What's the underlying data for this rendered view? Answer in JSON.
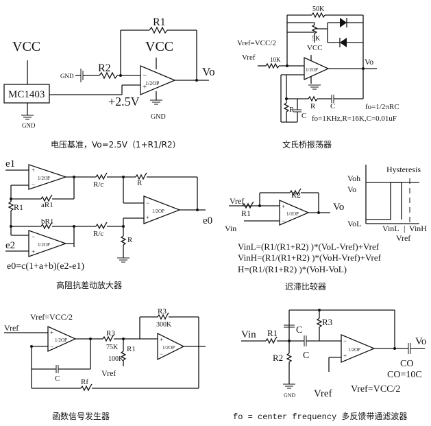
{
  "panels": {
    "ref": {
      "vcc1": "VCC",
      "chip": "MC1403",
      "gnd1": "GND",
      "gnd2": "GND",
      "r2": "R2",
      "r1": "R1",
      "vcc2": "VCC",
      "opamp": "1/2OP",
      "v25": "+2.5V",
      "vo": "Vo",
      "gnd3": "GND",
      "caption": "电压基准，Vo=2.5V（1+R1/R2）"
    },
    "wien": {
      "r50k": "50K",
      "vref_eq": "Vref=VCC/2",
      "r5k": "5K",
      "vcc": "VCC",
      "vref": "Vref",
      "r10k": "10K",
      "opamp": "1/2OP",
      "vo": "Vo",
      "r_a": "R",
      "c_a": "C",
      "r_b": "R",
      "c_b": "C",
      "fo_eq": "fo=1/2πRC",
      "fo_val": "fo=1KHz,R=16K,C=0.01uF",
      "caption": "文氏桥振荡器"
    },
    "diff": {
      "e1": "e1",
      "e2": "e2",
      "op1": "1/2OP",
      "op2": "1/2OP",
      "op3": "1/2OP",
      "r_c1": "R/c",
      "r_c2": "R/c",
      "r_a": "R",
      "r_b": "R",
      "r1": "R1",
      "ar1": "aR1",
      "br1": "bR1",
      "e0": "e0",
      "formula": "e0=c(1+a+b)(e2-e1)",
      "caption": "高阻抗差动放大器"
    },
    "hyst": {
      "vref": "Vref",
      "r1": "R1",
      "r2": "R2",
      "vin": "Vin",
      "vo": "Vo",
      "opamp": "1/2OP",
      "voh": "Voh",
      "vo_axis": "Vo",
      "vol": "VoL",
      "hyst_label": "Hysteresis",
      "vinl": "VinL",
      "sep": "|",
      "vinh": "VinH",
      "vref_axis": "Vref",
      "eq1": "VinL=(R1/(R1+R2) )*(VoL-Vref)+Vref",
      "eq2": "VinH=(R1/(R1+R2) )*(VoH-Vref)+Vref",
      "eq3": "H=(R1/(R1+R2) )*(VoH-VoL)",
      "caption": "迟滞比较器"
    },
    "func": {
      "vref_eq": "Vref=VCC/2",
      "vref": "Vref",
      "op1": "1/2OP",
      "op2": "1/2OP",
      "r3": "R3",
      "r3v": "300K",
      "r3b": "R3",
      "r75k": "75K",
      "r1": "R1",
      "r100k": "100K",
      "vref2": "Vref",
      "c": "C",
      "rf": "Rf",
      "caption": "函数信号发生器"
    },
    "bpf": {
      "vin": "Vin",
      "r1": "R1",
      "c1": "C",
      "r3": "R3",
      "c2": "C",
      "r2": "R2",
      "opamp": "1/2OP",
      "vref": "Vref",
      "vref_eq": "Vref=VCC/2",
      "vo": "Vo",
      "co": "CO",
      "co_eq": "CO=10C",
      "gnd": "GND",
      "caption": "fo = center frequency 多反馈带通滤波器"
    }
  }
}
